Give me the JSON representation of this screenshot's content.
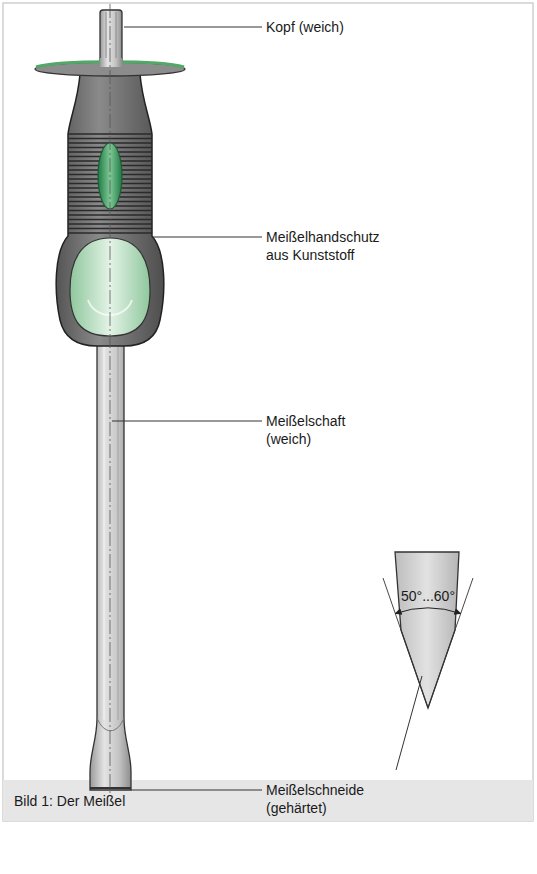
{
  "diagram": {
    "caption": "Bild 1: Der Meißel",
    "labels": [
      "Kopf (weich)",
      "Meißelhandschutz aus Kunststoff",
      "Meißelschaft (weich)",
      "50°...60°",
      "Meißelschneide (gehärtet)"
    ]
  }
}
